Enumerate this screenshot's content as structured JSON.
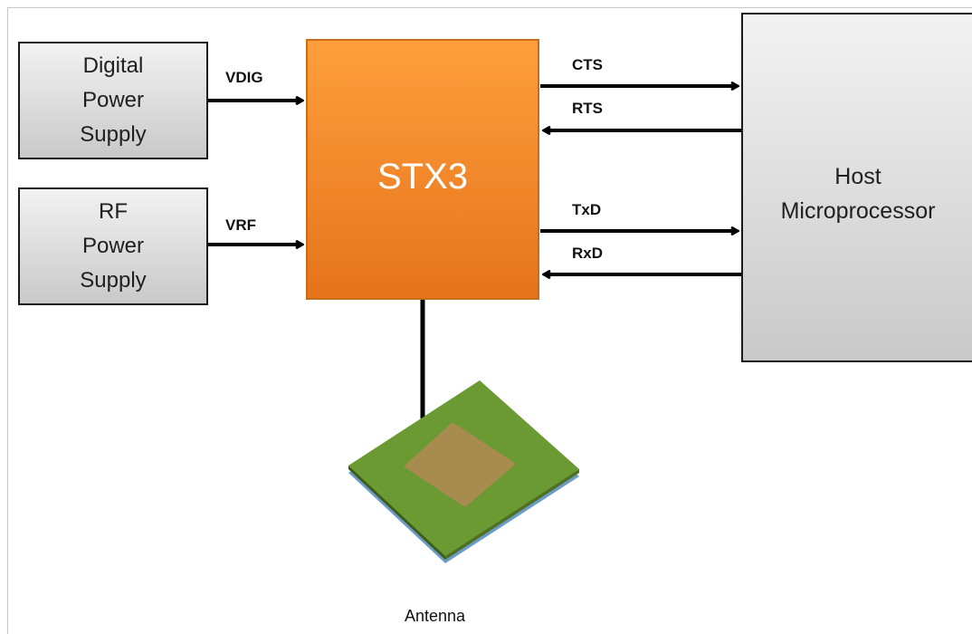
{
  "blocks": {
    "digital_supply": [
      "Digital",
      "Power",
      "Supply"
    ],
    "rf_supply": [
      "RF",
      "Power",
      "Supply"
    ],
    "chip": "STX3",
    "host": [
      "Host",
      "Microprocessor"
    ],
    "antenna": "Antenna"
  },
  "signals": {
    "vdig": "VDIG",
    "vrf": "VRF",
    "cts": "CTS",
    "rts": "RTS",
    "txd": "TxD",
    "rxd": "RxD"
  }
}
